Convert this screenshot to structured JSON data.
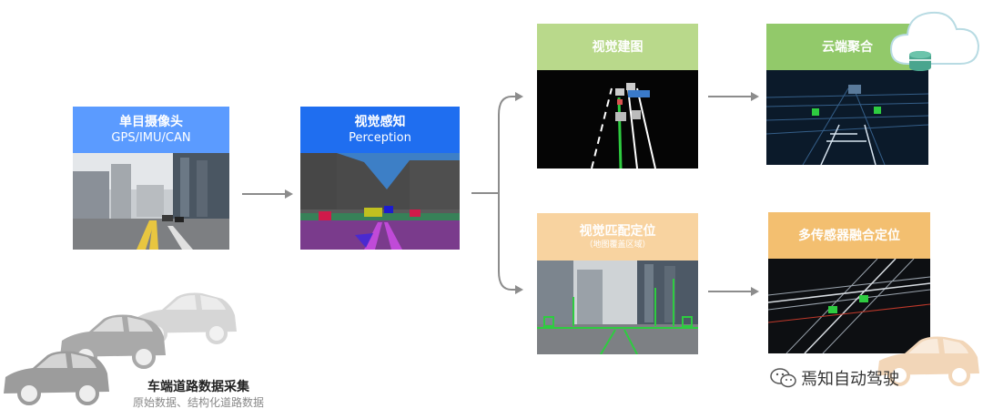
{
  "nodes": {
    "camera": {
      "title": "单目摄像头",
      "subtitle": "GPS/IMU/CAN",
      "color": "#5b9bff"
    },
    "perception": {
      "title": "视觉感知",
      "subtitle": "Perception",
      "color": "#1f6ef0"
    },
    "mapping": {
      "title": "视觉建图",
      "color": "#b9d98b"
    },
    "cloud": {
      "title": "云端聚合",
      "color": "#92c96a"
    },
    "localization": {
      "title": "视觉匹配定位",
      "subtitle": "（地图覆盖区域）",
      "color": "#f8d3a0"
    },
    "fusion": {
      "title": "多传感器融合定位",
      "color": "#f3bf70"
    }
  },
  "caption": {
    "title": "车端道路数据采集",
    "subtitle": "原始数据、结构化道路数据"
  },
  "watermark": {
    "text": "焉知自动驾驶"
  }
}
